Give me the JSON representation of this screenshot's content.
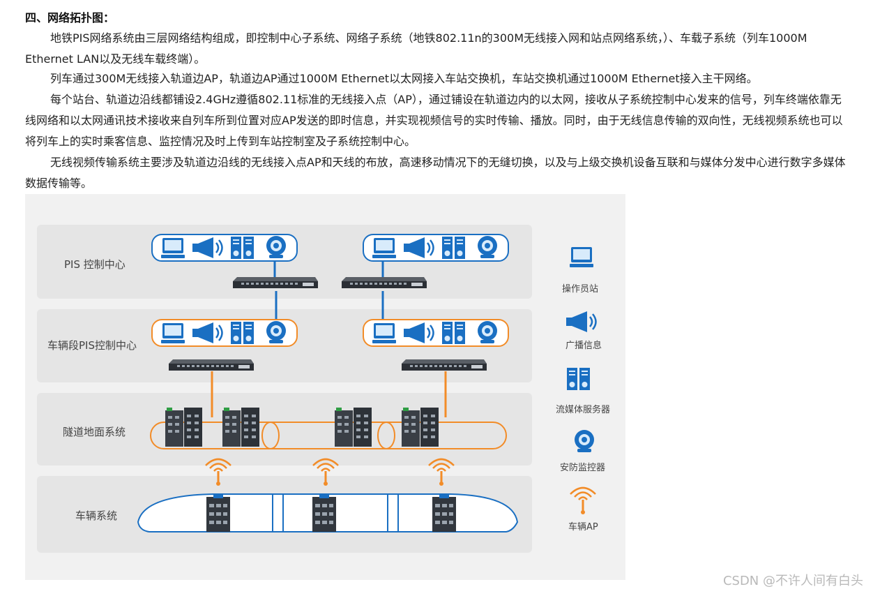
{
  "section": {
    "heading": "四、网络拓扑图：",
    "paragraphs": [
      "地铁PIS网络系统由三层网络结构组成，即控制中心子系统、网络子系统（地铁802.11n的300M无线接入网和站点网络系统，）、车载子系统（列车1000M Ethernet LAN以及无线车载终端）。",
      "列车通过300M无线接入轨道边AP，轨道边AP通过1000M Ethernet以太网接入车站交换机，车站交换机通过1000M Ethernet接入主干网络。",
      "每个站台、轨道边沿线都铺设2.4GHz遵循802.11标准的无线接入点（AP），通过铺设在轨道边内的以太网，接收从子系统控制中心发来的信号，列车终端依靠无线网络和以太网通讯技术接收来自列车所到位置对应AP发送的即时信息，并实现视频信号的实时传输、播放。同时，由于无线信息传输的双向性，无线视频系统也可以将列车上的实时乘客信息、监控情况及时上传到车站控制室及子系统控制中心。",
      "无线视频传输系统主要涉及轨道边沿线的无线接入点AP和天线的布放，高速移动情况下的无缝切换，以及与上级交换机设备互联和与媒体分发中心进行数字多媒体数据传输等。"
    ]
  },
  "diagram": {
    "layers": [
      {
        "label": "PIS 控制中心"
      },
      {
        "label": "车辆段PIS控制中心"
      },
      {
        "label": "隧道地面系统"
      },
      {
        "label": "车辆系统"
      }
    ],
    "legend": [
      {
        "icon": "workstation-icon",
        "label": "操作员站"
      },
      {
        "icon": "broadcast-icon",
        "label": "广播信息"
      },
      {
        "icon": "media-server-icon",
        "label": "流媒体服务器"
      },
      {
        "icon": "security-camera-icon",
        "label": "安防监控器"
      },
      {
        "icon": "vehicle-ap-icon",
        "label": "车辆AP"
      }
    ],
    "colors": {
      "blue": "#1a6fc2",
      "orange": "#f28c28",
      "band": "#e5e5e5",
      "panel": "#f1f1f1"
    }
  },
  "watermark": "CSDN @不许人间有白头"
}
